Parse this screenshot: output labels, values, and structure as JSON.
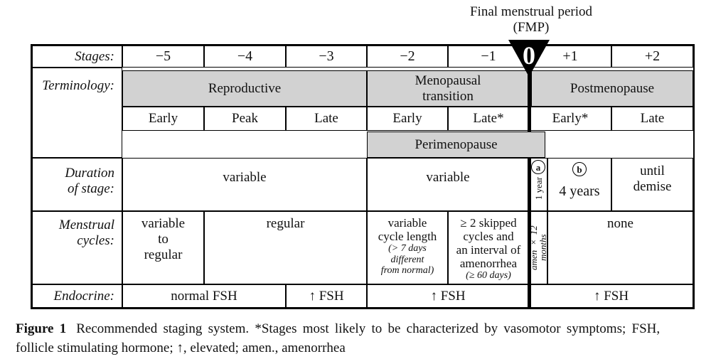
{
  "colors": {
    "band_gray": "#d2d2d2",
    "line_black": "#000000"
  },
  "header": {
    "fmp_title": "Final menstrual period",
    "fmp_abbr": "(FMP)",
    "fmp_marker": "0"
  },
  "table": {
    "row_labels": {
      "stages": "Stages:",
      "terminology": "Terminology:",
      "duration": "Duration\nof stage:",
      "menstrual": "Menstrual\ncycles:",
      "endocrine": "Endocrine:"
    },
    "stages": [
      "−5",
      "−4",
      "−3",
      "−2",
      "−1",
      "+1",
      "+2"
    ],
    "terminology": {
      "reproductive": "Reproductive",
      "menopausal_transition": "Menopausal\ntransition",
      "postmenopause": "Postmenopause",
      "substages": [
        "Early",
        "Peak",
        "Late",
        "Early",
        "Late*",
        "Early*",
        "Late"
      ],
      "perimenopause": "Perimenopause"
    },
    "duration": {
      "reproductive": "variable",
      "transition": "variable",
      "marker_a": "a",
      "one_year": "1 year",
      "marker_b": "b",
      "four_years": "4 years",
      "until_demise": "until\ndemise"
    },
    "menstrual": {
      "early_reproductive": "variable\nto\nregular",
      "peak_late_reproductive": "regular",
      "early_transition": "variable\ncycle length",
      "early_transition_note": "(> 7 days\ndifferent\nfrom normal)",
      "late_transition": "≥ 2 skipped\ncycles and\nan interval of\namenorrhea",
      "late_transition_note": "(≥ 60 days)",
      "amen_vertical": "amen × 12 months",
      "postmenopause": "none"
    },
    "endocrine": {
      "reproductive_early": "normal FSH",
      "reproductive_late": "↑ FSH",
      "transition": "↑ FSH",
      "postmenopause": "↑ FSH"
    }
  },
  "caption": {
    "label": "Figure 1",
    "line1": "Recommended staging system. *Stages most likely to be characterized by vasomotor symptoms; FSH,",
    "line2": "follicle stimulating hormone; ↑, elevated; amen., amenorrhea"
  }
}
